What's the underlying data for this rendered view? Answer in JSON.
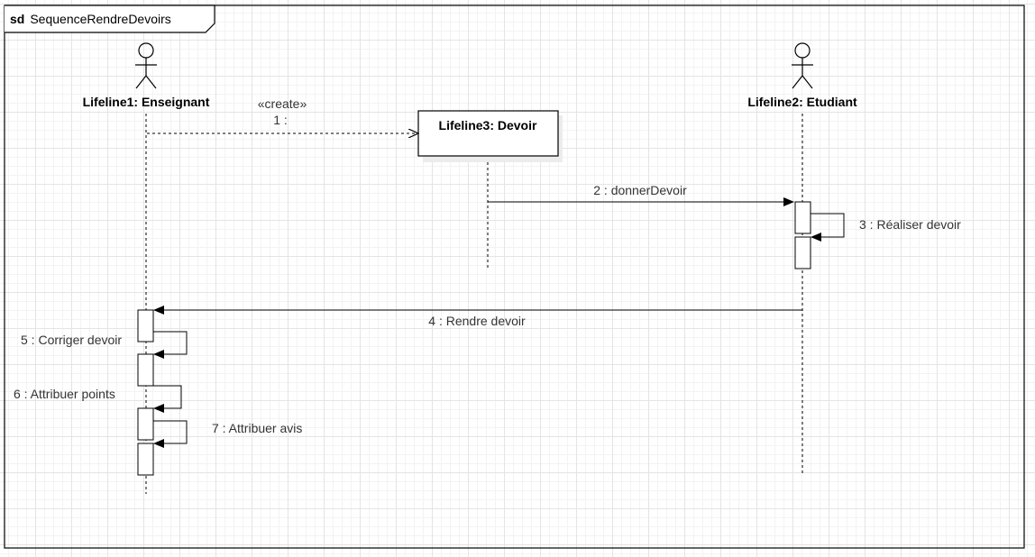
{
  "frame": {
    "keyword": "sd",
    "name": "SequenceRendreDevoirs"
  },
  "lifelines": {
    "enseignant": "Lifeline1: Enseignant",
    "devoir": "Lifeline3: Devoir",
    "etudiant": "Lifeline2: Etudiant"
  },
  "messages": {
    "create_stereotype": "«create»",
    "m1": "1 :",
    "m2": "2 : donnerDevoir",
    "m3": "3 : Réaliser devoir",
    "m4": "4 : Rendre devoir",
    "m5": "5 : Corriger devoir",
    "m6": "6 : Attribuer points",
    "m7": "7 : Attribuer avis"
  },
  "colors": {
    "line": "#000000",
    "text": "#333333",
    "grid": "#e4e4e4"
  }
}
